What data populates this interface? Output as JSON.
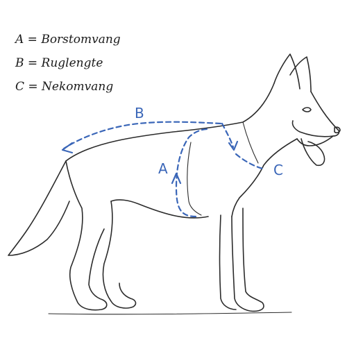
{
  "legend": {
    "a": "A = Borstomvang",
    "b": "B = Ruglengte",
    "c": "C = Nekomvang"
  },
  "markers": {
    "a": "A",
    "b": "B",
    "c": "C"
  },
  "colors": {
    "measure": "#3a66b8",
    "outline": "#2b2b2b"
  }
}
